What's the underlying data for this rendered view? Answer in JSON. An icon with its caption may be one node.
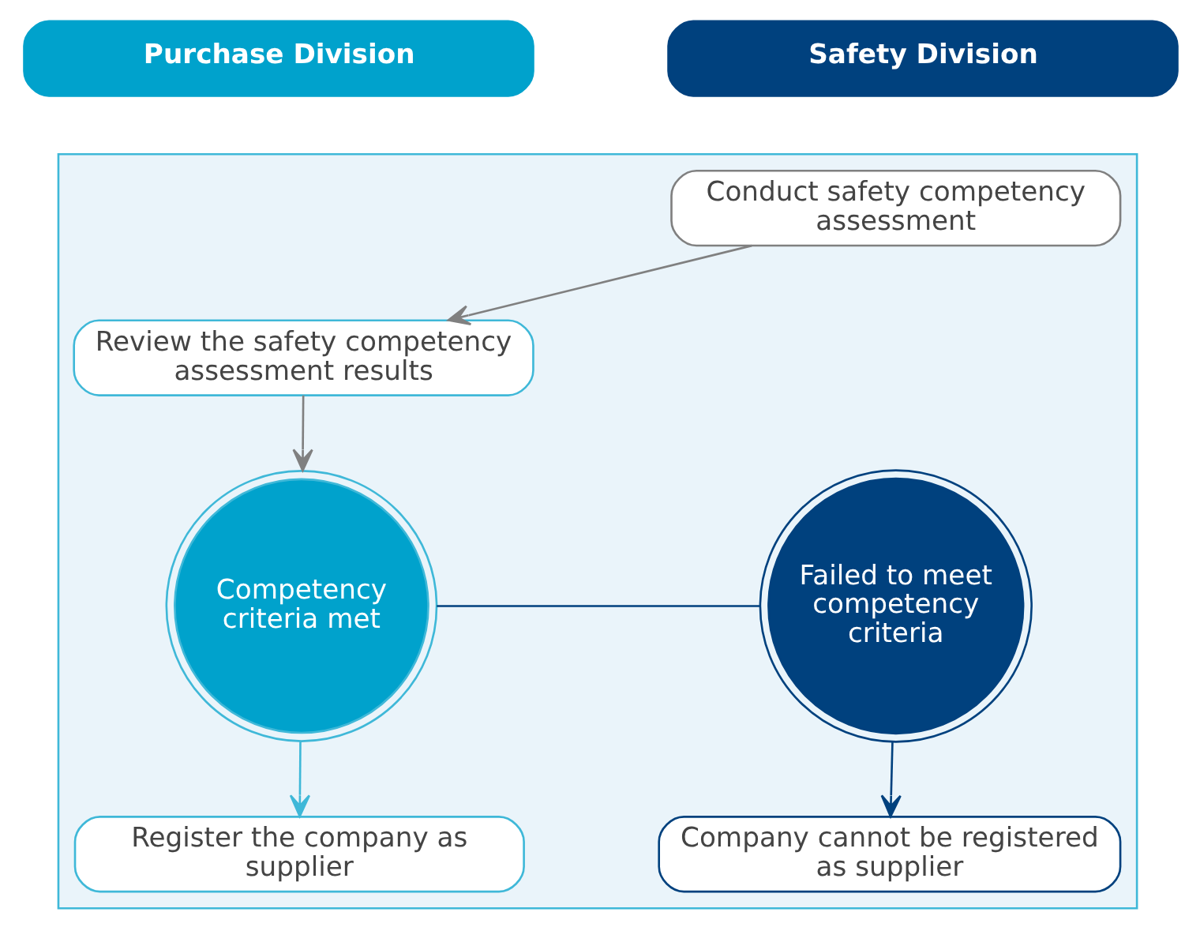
{
  "diagram": {
    "nodes": [
      {
        "text": [
          "Purchase Division"
        ]
      },
      {
        "text": [
          "Safety Division"
        ]
      },
      {
        "text": [],
        "shape": "box"
      },
      {
        "text": [
          "Conduct safety competency assessment"
        ],
        "in": 2
      },
      {
        "text": [
          "Review the safety competency assessment results"
        ],
        "in": 2
      },
      {
        "text": [
          "Competency criteria met"
        ],
        "in": 2
      },
      {
        "text": [
          "Failed to meet competency criteria"
        ],
        "in": 2
      },
      {
        "text": [
          "Register the company as supplier"
        ],
        "in": 2
      },
      {
        "text": [
          "Company cannot be registered as supplier"
        ],
        "in": 2
      }
    ],
    "edges": [
      {
        "from": 3,
        "to": 4,
        "arrow": "to",
        "color": "#808080"
      },
      {
        "from": 4,
        "to": 5,
        "arrow": "to",
        "color": "#808080"
      },
      {
        "from": 5,
        "to": 6,
        "arrow": "none",
        "color": "#00417e"
      },
      {
        "from": 5,
        "to": 7,
        "arrow": "to",
        "color": "#3fb8d8"
      },
      {
        "from": 6,
        "to": 8,
        "arrow": "to",
        "color": "#00417e"
      }
    ]
  }
}
